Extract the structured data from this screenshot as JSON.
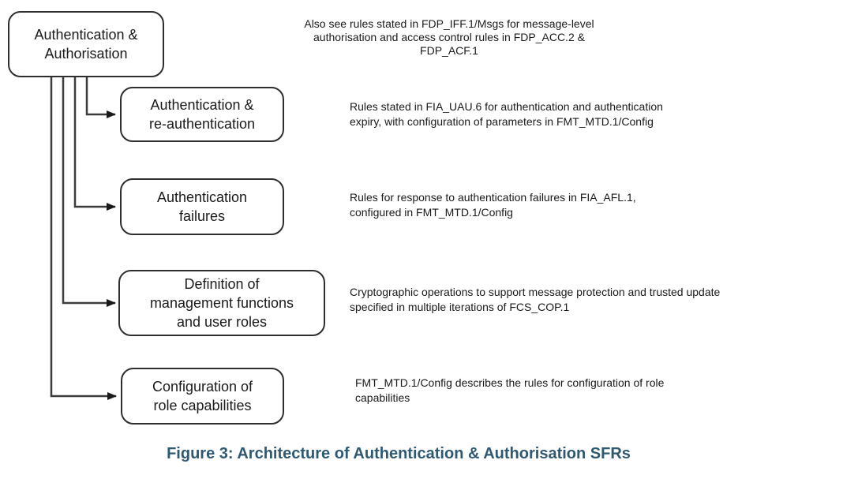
{
  "figure": {
    "caption": "Figure 3: Architecture of Authentication & Authorisation SFRs"
  },
  "colors": {
    "caption_text": "#2f5872",
    "box_border": "#2e2e2e",
    "connector_line": "#3c3c3c",
    "body_text": "#1a1a1a",
    "background": "#ffffff"
  },
  "root_node": {
    "lines": [
      "Authentication &",
      "Authorisation"
    ]
  },
  "top_note": {
    "lines": [
      "Also see rules stated in FDP_IFF.1/Msgs for message-level",
      "authorisation and access control rules in FDP_ACC.2 &",
      "FDP_ACF.1"
    ]
  },
  "nodes": [
    {
      "label_lines": [
        "Authentication &",
        "re-authentication"
      ],
      "annotation_lines": [
        "Rules stated in FIA_UAU.6 for authentication and authentication",
        "expiry, with configuration of parameters in FMT_MTD.1/Config"
      ]
    },
    {
      "label_lines": [
        "Authentication",
        "failures"
      ],
      "annotation_lines": [
        "Rules for response to authentication failures in FIA_AFL.1,",
        "configured in FMT_MTD.1/Config"
      ]
    },
    {
      "label_lines": [
        "Definition of",
        "management functions",
        "and user roles"
      ],
      "annotation_lines": [
        "Cryptographic operations to support message protection and trusted update",
        "specified in multiple iterations of FCS_COP.1"
      ]
    },
    {
      "label_lines": [
        "Configuration of",
        "role capabilities"
      ],
      "annotation_lines": [
        "FMT_MTD.1/Config describes the rules for configuration of role",
        "capabilities"
      ]
    }
  ]
}
